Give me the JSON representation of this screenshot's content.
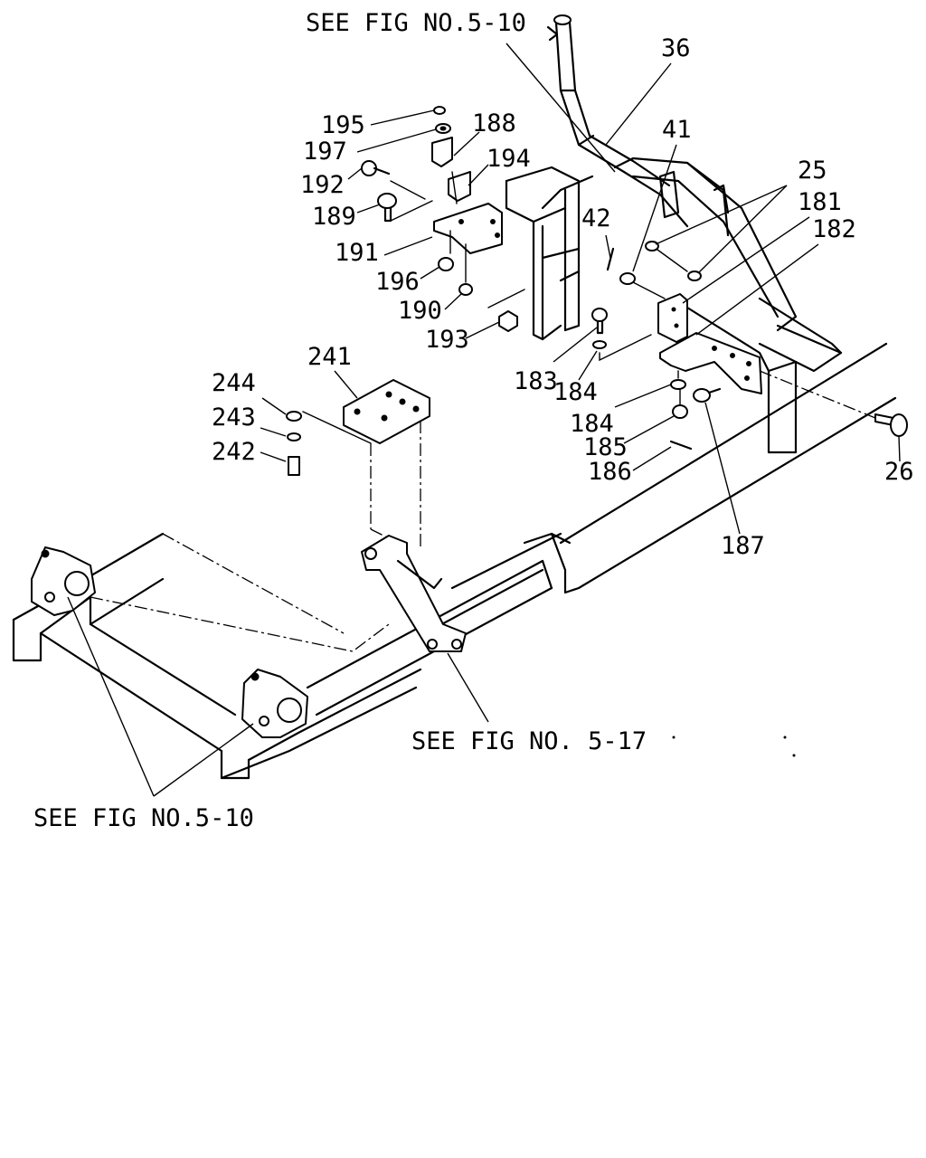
{
  "references": {
    "top": "SEE FIG NO.5-10",
    "middle": "SEE FIG NO. 5-17",
    "bottom": "SEE FIG NO.5-10"
  },
  "callouts": {
    "c36": "36",
    "c41": "41",
    "c25": "25",
    "c181": "181",
    "c182": "182",
    "c195": "195",
    "c188": "188",
    "c197": "197",
    "c194": "194",
    "c192": "192",
    "c189": "189",
    "c191": "191",
    "c42": "42",
    "c196": "196",
    "c190": "190",
    "c193": "193",
    "c183": "183",
    "c184a": "184",
    "c184b": "184",
    "c185": "185",
    "c186": "186",
    "c187": "187",
    "c26": "26",
    "c241": "241",
    "c244": "244",
    "c243": "243",
    "c242": "242"
  }
}
